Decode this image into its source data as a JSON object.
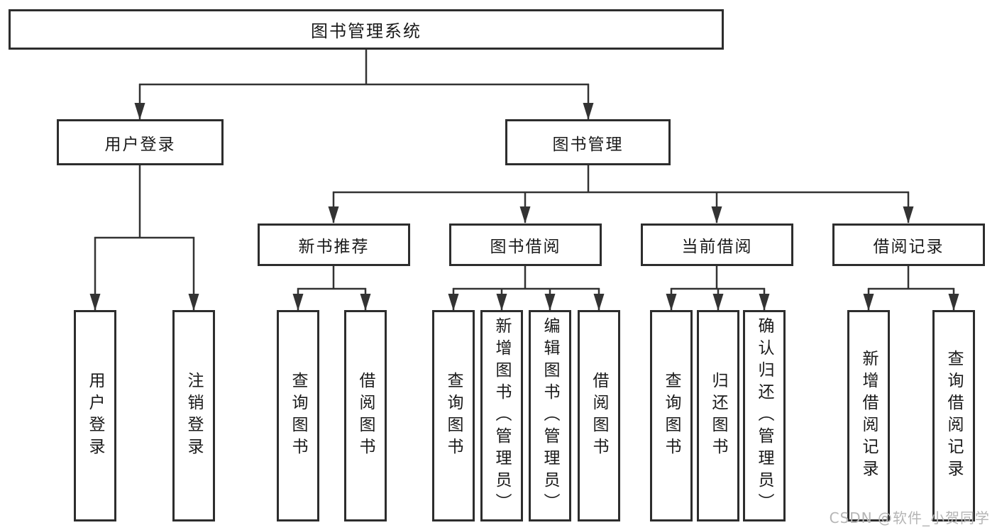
{
  "tree": {
    "root": "图书管理系统",
    "branches": [
      {
        "label": "用户登录",
        "children": [
          {
            "label": "用户登录"
          },
          {
            "label": "注销登录"
          }
        ]
      },
      {
        "label": "图书管理",
        "children": [
          {
            "label": "新书推荐",
            "children": [
              {
                "label": "查询图书"
              },
              {
                "label": "借阅图书"
              }
            ]
          },
          {
            "label": "图书借阅",
            "children": [
              {
                "label": "查询图书"
              },
              {
                "label": "新增图书（管理员）"
              },
              {
                "label": "编辑图书（管理员）"
              },
              {
                "label": "借阅图书"
              }
            ]
          },
          {
            "label": "当前借阅",
            "children": [
              {
                "label": "查询图书"
              },
              {
                "label": "归还图书"
              },
              {
                "label": "确认归还（管理员）"
              }
            ]
          },
          {
            "label": "借阅记录",
            "children": [
              {
                "label": "新增借阅记录"
              },
              {
                "label": "查询借阅记录"
              }
            ]
          }
        ]
      }
    ]
  },
  "watermark": {
    "text": "CSDN @软件_小贺同学"
  },
  "colors": {
    "line": "#333333",
    "border": "#2d2d2d",
    "text": "#1a1a1a",
    "watermark": "#b5b5b5",
    "background": "#ffffff"
  }
}
